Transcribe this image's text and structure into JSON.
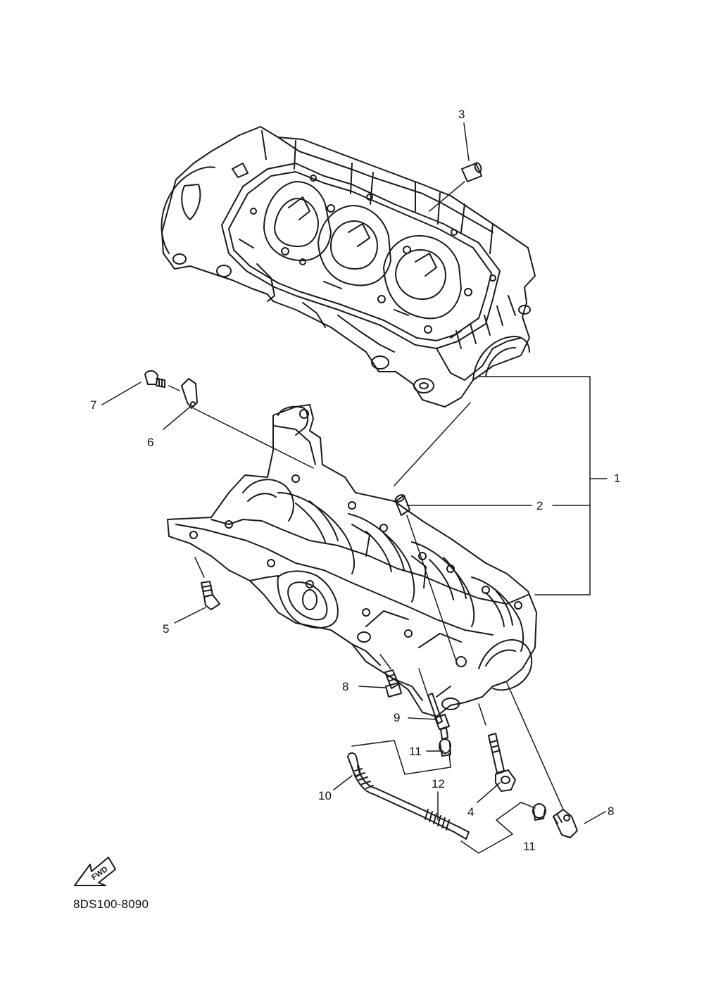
{
  "diagram": {
    "callouts": [
      "1",
      "2",
      "3",
      "4",
      "5",
      "6",
      "7",
      "8",
      "9",
      "10",
      "11",
      "12"
    ],
    "fwd_label": "FWD",
    "reference_code": "8DS100-8090"
  }
}
